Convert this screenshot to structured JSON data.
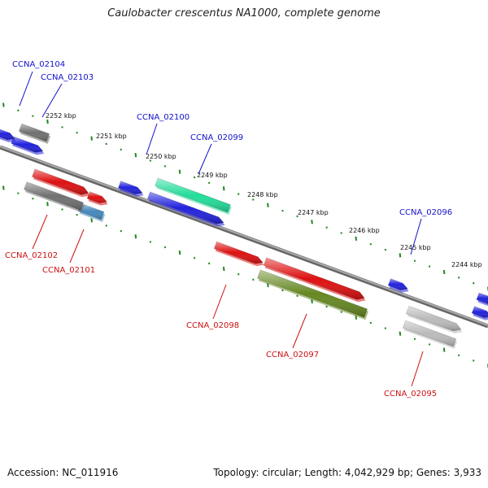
{
  "title": "Caulobacter crescentus NA1000, complete genome",
  "footer": {
    "accession": "Accession: NC_011916",
    "summary": "Topology: circular; Length: 4,042,929 bp; Genes: 3,933"
  },
  "colors": {
    "plus_label": "#1111cc",
    "minus_label": "#cc1111",
    "backbone": "#888888",
    "tick": "#228822"
  },
  "ticks": [
    "2252 kbp",
    "2251 kbp",
    "2250 kbp",
    "2249 kbp",
    "2248 kbp",
    "2247 kbp",
    "2246 kbp",
    "2245 kbp",
    "2244 kbp"
  ],
  "genes": [
    {
      "label": "CCNA_02104",
      "strand": "plus",
      "color": "#2222dd"
    },
    {
      "label": "CCNA_02103",
      "strand": "plus",
      "color": "#707070"
    },
    {
      "label": "CCNA_02100",
      "strand": "plus",
      "color": "#22dd99"
    },
    {
      "label": "CCNA_02099",
      "strand": "plus",
      "color": "#2222dd"
    },
    {
      "label": "CCNA_02096",
      "strand": "plus",
      "color": "#2222dd"
    },
    {
      "label": "CCNA_02102",
      "strand": "minus",
      "color": "#dd1111"
    },
    {
      "label": "CCNA_02101",
      "strand": "minus",
      "color": "#4488bb"
    },
    {
      "label": "CCNA_02098",
      "strand": "minus",
      "color": "#dd1111"
    },
    {
      "label": "CCNA_02097",
      "strand": "minus",
      "color": "#668822"
    },
    {
      "label": "CCNA_02095",
      "strand": "minus",
      "color": "#bbbbbb"
    }
  ],
  "unlabeled_features": [
    {
      "color": "#2222dd"
    },
    {
      "color": "#707070"
    },
    {
      "color": "#dd1111"
    },
    {
      "color": "#2222dd"
    },
    {
      "color": "#2222dd"
    },
    {
      "color": "#dd1111"
    },
    {
      "color": "#2222dd"
    },
    {
      "color": "#bbbbbb"
    }
  ]
}
